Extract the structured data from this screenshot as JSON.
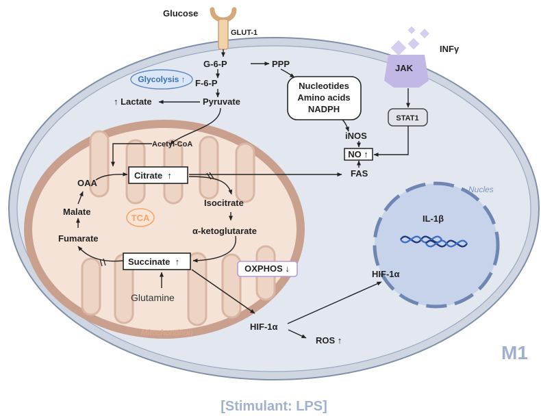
{
  "glucose": "Glucose",
  "glut1": "GLUT-1",
  "g6p": "G-6-P",
  "ppp": "PPP",
  "f6p": "F-6-P",
  "glycolysis": "Glycolysis ↑",
  "lactate": "↑ Lactate",
  "pyruvate": "Pyruvate",
  "ppp_products": [
    "Nucleotides",
    "Amino acids",
    "NADPH"
  ],
  "infg": "INFγ",
  "jak": "JAK",
  "stat1": "STAT1",
  "inos": "iNOS",
  "no": "NO ↑",
  "fas": "FAS",
  "acetyl_coa": "Acetyl-CoA",
  "citrate": "Citrate  ↑",
  "isocitrate": "Isocitrate",
  "akg": "α-ketoglutarate",
  "succinate": "Succinate  ↑",
  "fumarate": "Fumarate",
  "malate": "Malate",
  "oaa": "OAA",
  "tca": "TCA",
  "glutamine": "Glutamine",
  "mitochondrion": "Mitochondrion",
  "oxphos": "OXPHOS ↓",
  "hif_cyto": "HIF-1α",
  "ros": "ROS ↑",
  "nucleus": "Nucles",
  "il1b": "IL-1β",
  "hif_nuc": "HIF-1α",
  "m1": "M1",
  "stimulant": "[Stimulant: LPS]",
  "colors": {
    "cell_fill": "#e3e8f0",
    "cell_stroke": "#8a99b4",
    "mito_outer": "#c9a08e",
    "mito_fill": "#f3dfd2",
    "crista_fill": "#ecd0bf",
    "nucleus_fill": "#c7d3ea",
    "nucleus_stroke": "#6f86b3",
    "jak": "#c3b7e6",
    "tca": "#f2a66e",
    "oxphos_stroke": "#b79ad9",
    "glycolysis_fill": "#dbe7f7",
    "glycolysis_text": "#3b6fb5",
    "accent_text": "#9fb0d0"
  }
}
